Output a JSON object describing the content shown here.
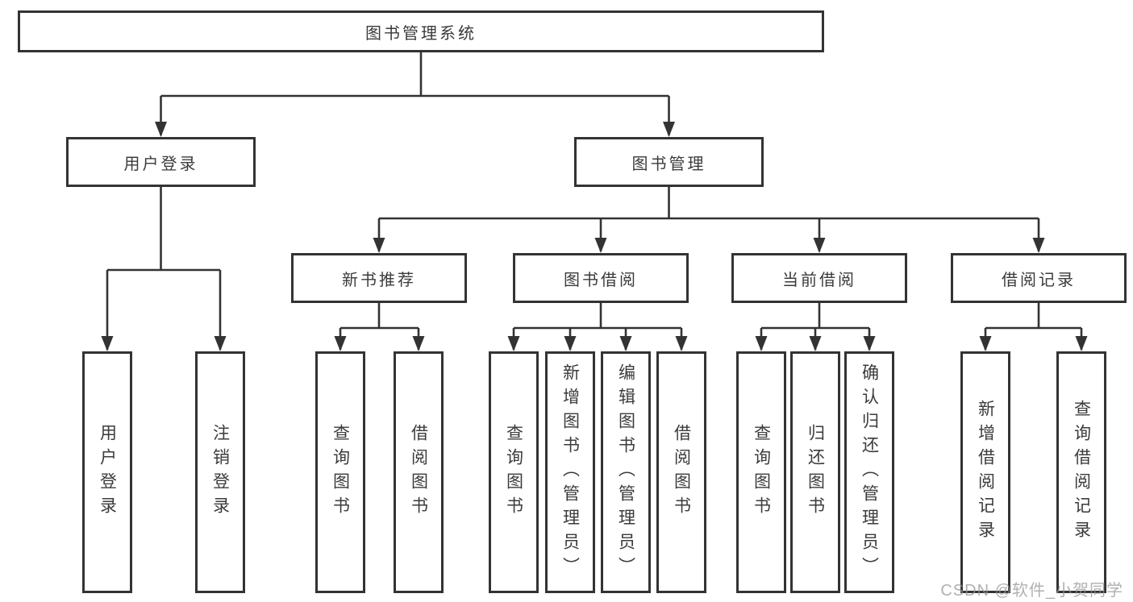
{
  "diagram": {
    "root": {
      "label": "图书管理系统"
    },
    "branches": [
      {
        "label": "用户登录",
        "children": [
          {
            "label": "用户登录"
          },
          {
            "label": "注销登录"
          }
        ]
      },
      {
        "label": "图书管理",
        "groups": [
          {
            "label": "新书推荐",
            "children": [
              {
                "label": "查询图书"
              },
              {
                "label": "借阅图书"
              }
            ]
          },
          {
            "label": "图书借阅",
            "children": [
              {
                "label": "查询图书"
              },
              {
                "label": "新增图书（管理员）"
              },
              {
                "label": "编辑图书（管理员）"
              },
              {
                "label": "借阅图书"
              }
            ]
          },
          {
            "label": "当前借阅",
            "children": [
              {
                "label": "查询图书"
              },
              {
                "label": "归还图书"
              },
              {
                "label": "确认归还（管理员）"
              }
            ]
          },
          {
            "label": "借阅记录",
            "children": [
              {
                "label": "新增借阅记录"
              },
              {
                "label": "查询借阅记录"
              }
            ]
          }
        ]
      }
    ]
  },
  "watermark": "CSDN @软件_小贺同学",
  "colors": {
    "line": "#333333",
    "text": "#3b3b3b",
    "background": "#ffffff",
    "watermark": "#9a9a9a"
  }
}
